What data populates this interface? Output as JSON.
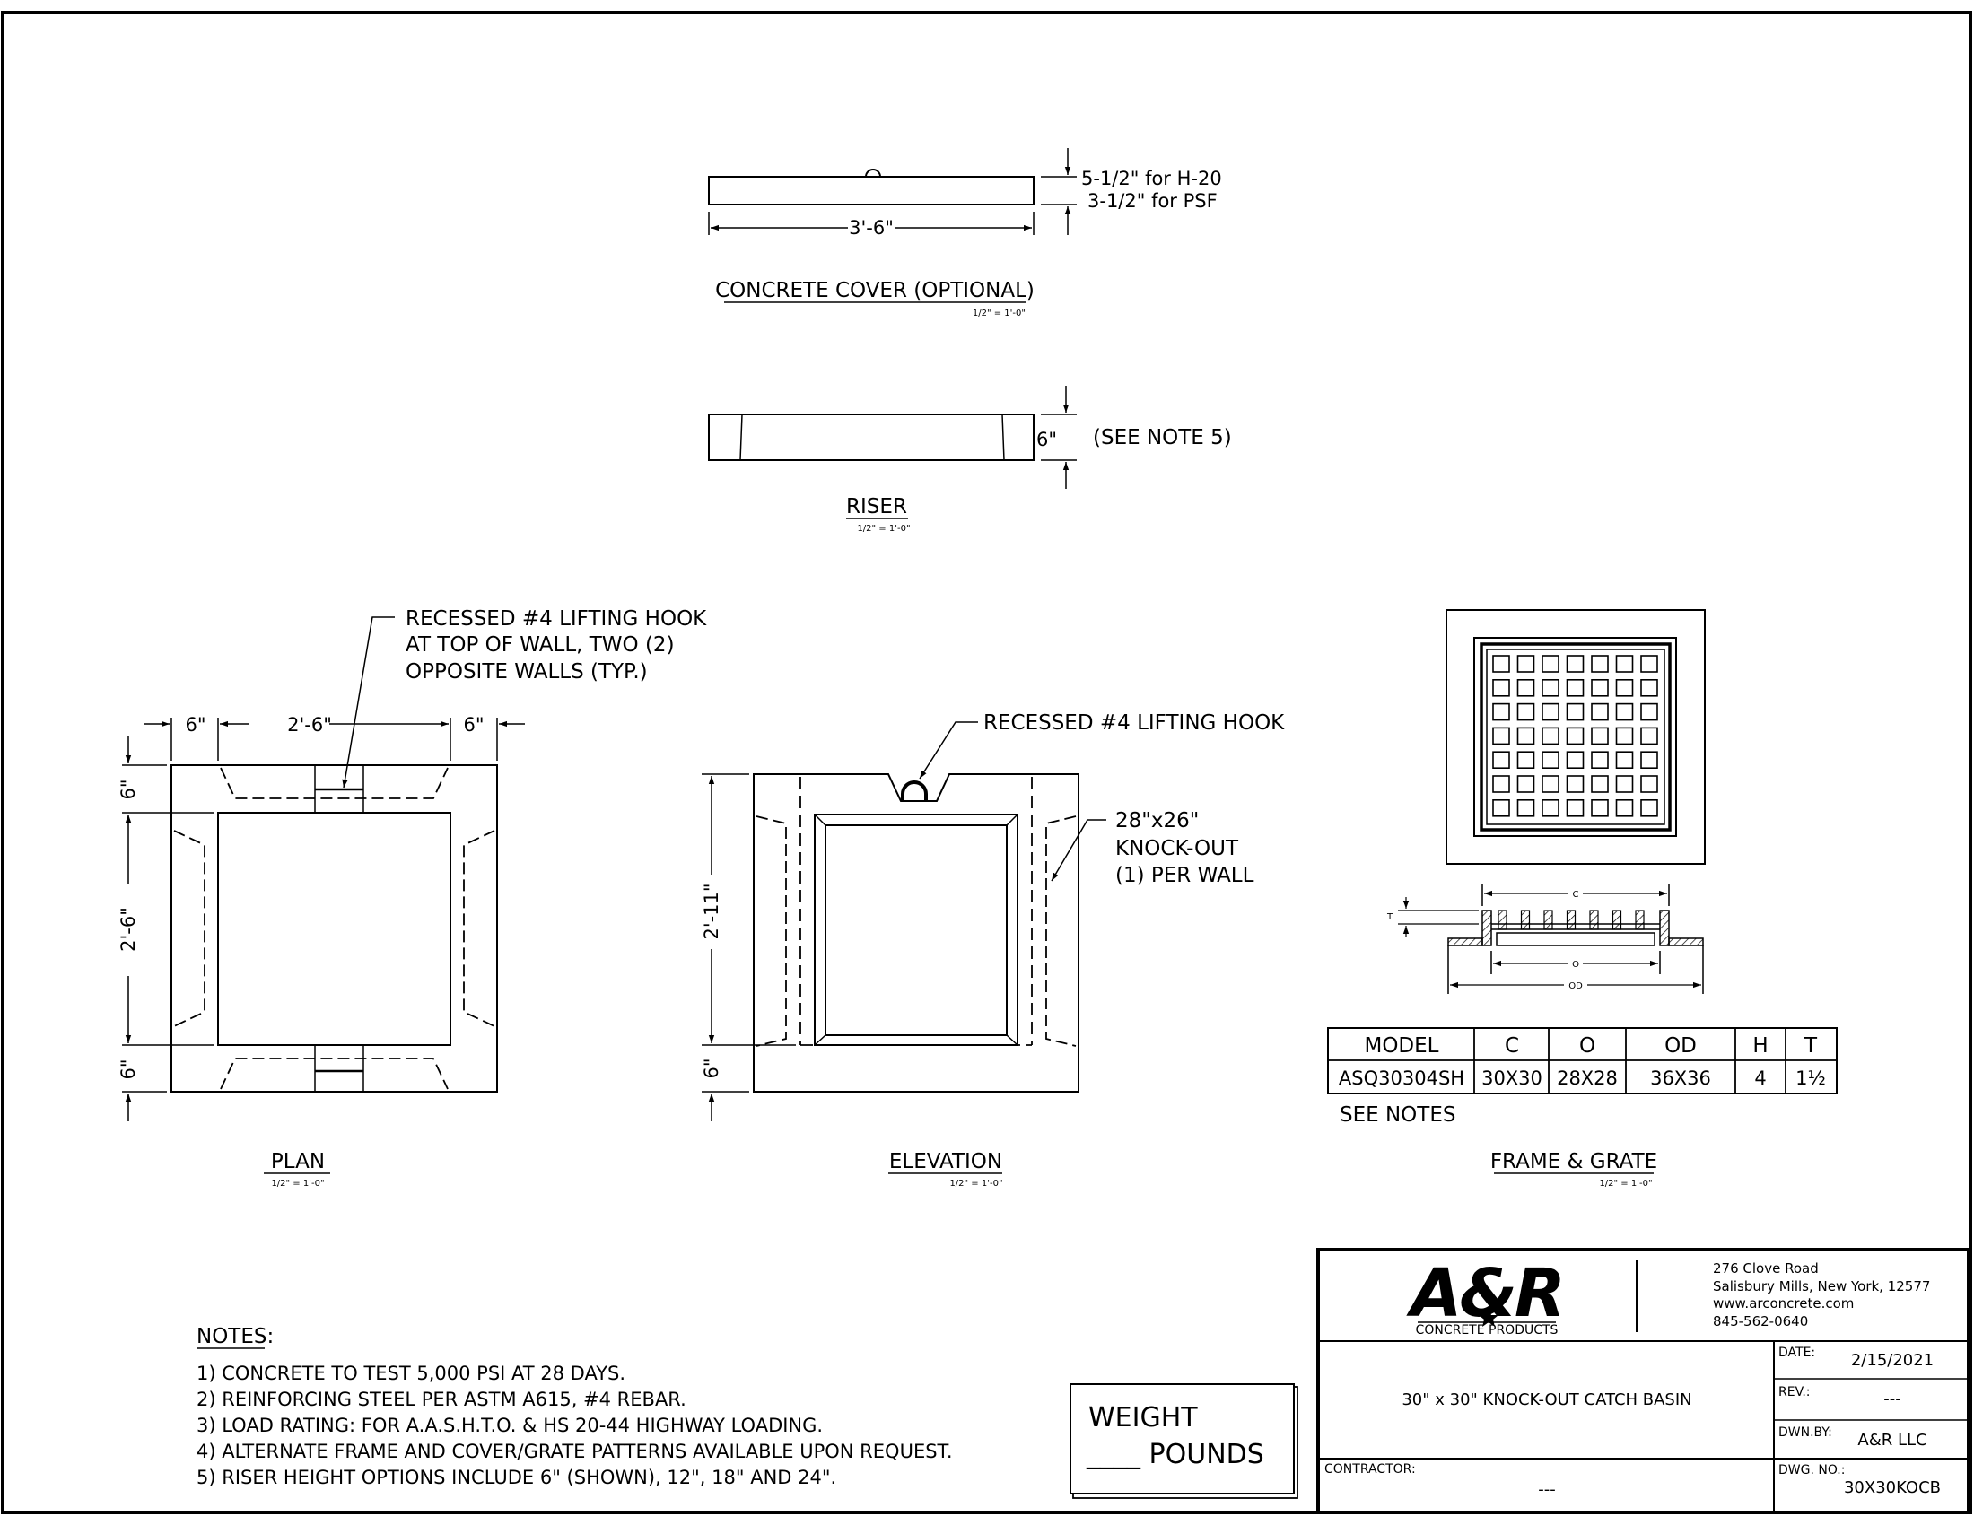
{
  "cover": {
    "title": "CONCRETE COVER (OPTIONAL)",
    "scale": "1/2\" = 1'-0\"",
    "width_dim": "3'-6\"",
    "thick_h20": "5-1/2\" for H-20",
    "thick_psf": "3-1/2\" for PSF"
  },
  "riser": {
    "title": "RISER",
    "scale": "1/2\" = 1'-0\"",
    "height_dim": "6\"",
    "note_ref": "(SEE NOTE 5)"
  },
  "plan": {
    "title": "PLAN",
    "scale": "1/2\" = 1'-0\"",
    "dim_left": "6\"",
    "dim_center": "2'-6\"",
    "dim_right": "6\"",
    "dim_top": "6\"",
    "dim_mid": "2'-6\"",
    "dim_bottom": "6\"",
    "callout_lines": [
      "RECESSED #4 LIFTING HOOK",
      "AT TOP OF WALL, TWO (2)",
      "OPPOSITE WALLS (TYP.)"
    ]
  },
  "elevation": {
    "title": "ELEVATION",
    "scale": "1/2\" = 1'-0\"",
    "hook_callout": "RECESSED #4 LIFTING HOOK",
    "knockout_lines": [
      "28\"x26\"",
      "KNOCK-OUT",
      "(1) PER WALL"
    ],
    "dim_height": "2'-11\"",
    "dim_base": "6\""
  },
  "frame": {
    "title": "FRAME & GRATE",
    "scale": "1/2\" = 1'-0\"",
    "dim_c": "C",
    "dim_o": "O",
    "dim_od": "OD",
    "dim_t": "T",
    "see_notes": "SEE NOTES",
    "table": {
      "headers": [
        "MODEL",
        "C",
        "O",
        "OD",
        "H",
        "T"
      ],
      "rows": [
        [
          "ASQ30304SH",
          "30X30",
          "28X28",
          "36X36",
          "4",
          "1½"
        ]
      ]
    }
  },
  "notes": {
    "heading": "NOTES:",
    "items": [
      "1)  CONCRETE TO TEST 5,000 PSI AT 28 DAYS.",
      "2)  REINFORCING STEEL PER ASTM A615, #4 REBAR.",
      "3)  LOAD RATING: FOR A.A.S.H.T.O. & HS 20-44 HIGHWAY LOADING.",
      "4)  ALTERNATE FRAME AND COVER/GRATE PATTERNS AVAILABLE UPON REQUEST.",
      "5)  RISER HEIGHT OPTIONS INCLUDE 6\" (SHOWN), 12\", 18\" AND 24\"."
    ]
  },
  "weight": {
    "label": "WEIGHT",
    "pounds": "____ POUNDS"
  },
  "title_block": {
    "logo_text": "A&R",
    "logo_sub": "CONCRETE PRODUCTS",
    "address": [
      "276 Clove Road",
      "Salisbury Mills, New York, 12577",
      "www.arconcrete.com",
      "845-562-0640"
    ],
    "drawing_title": "30\" x 30\" KNOCK-OUT CATCH BASIN",
    "contractor_label": "CONTRACTOR:",
    "contractor_value": "---",
    "date_label": "DATE:",
    "date_value": "2/15/2021",
    "rev_label": "REV.:",
    "rev_value": "---",
    "dwn_label": "DWN.BY:",
    "dwn_value": "A&R LLC",
    "dwg_label": "DWG. NO.:",
    "dwg_value": "30X30KOCB"
  }
}
